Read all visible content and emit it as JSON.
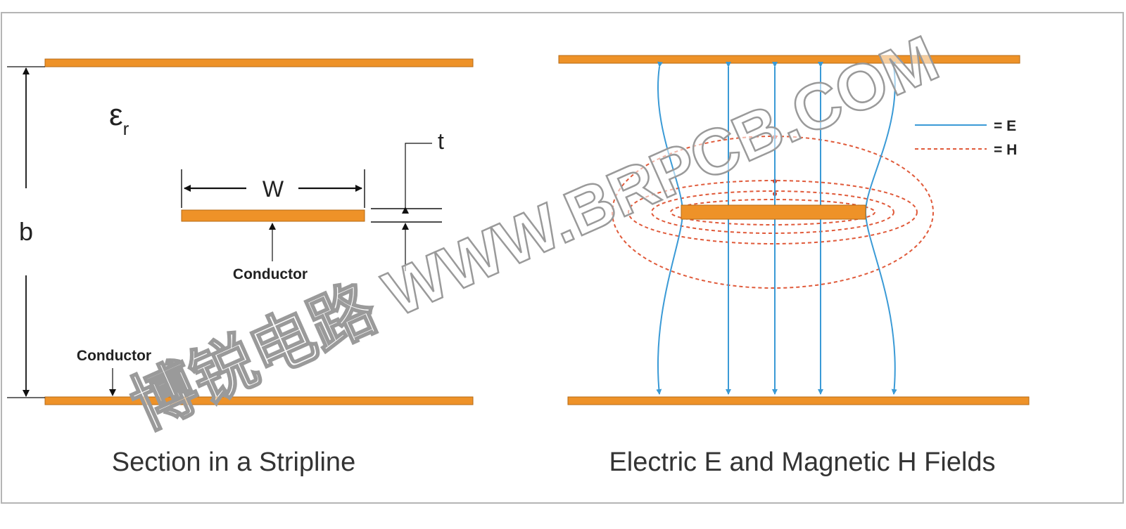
{
  "stripline": {
    "epsilon_label": "ε",
    "epsilon_sub": "r",
    "b_label": "b",
    "w_label": "W",
    "t_label": "t",
    "strip_conductor_label": "Conductor",
    "ground_conductor_label": "Conductor",
    "caption": "Section in a Stripline"
  },
  "fields": {
    "legend_e": "= E",
    "legend_h": "= H",
    "caption": "Electric E and Magnetic H Fields"
  },
  "watermark": "博锐电路 WWW.BRPCB.COM",
  "colors": {
    "conductor": "#ee9228",
    "e_field": "#3a9ad6",
    "h_field": "#e05a3a",
    "text": "#222222"
  }
}
